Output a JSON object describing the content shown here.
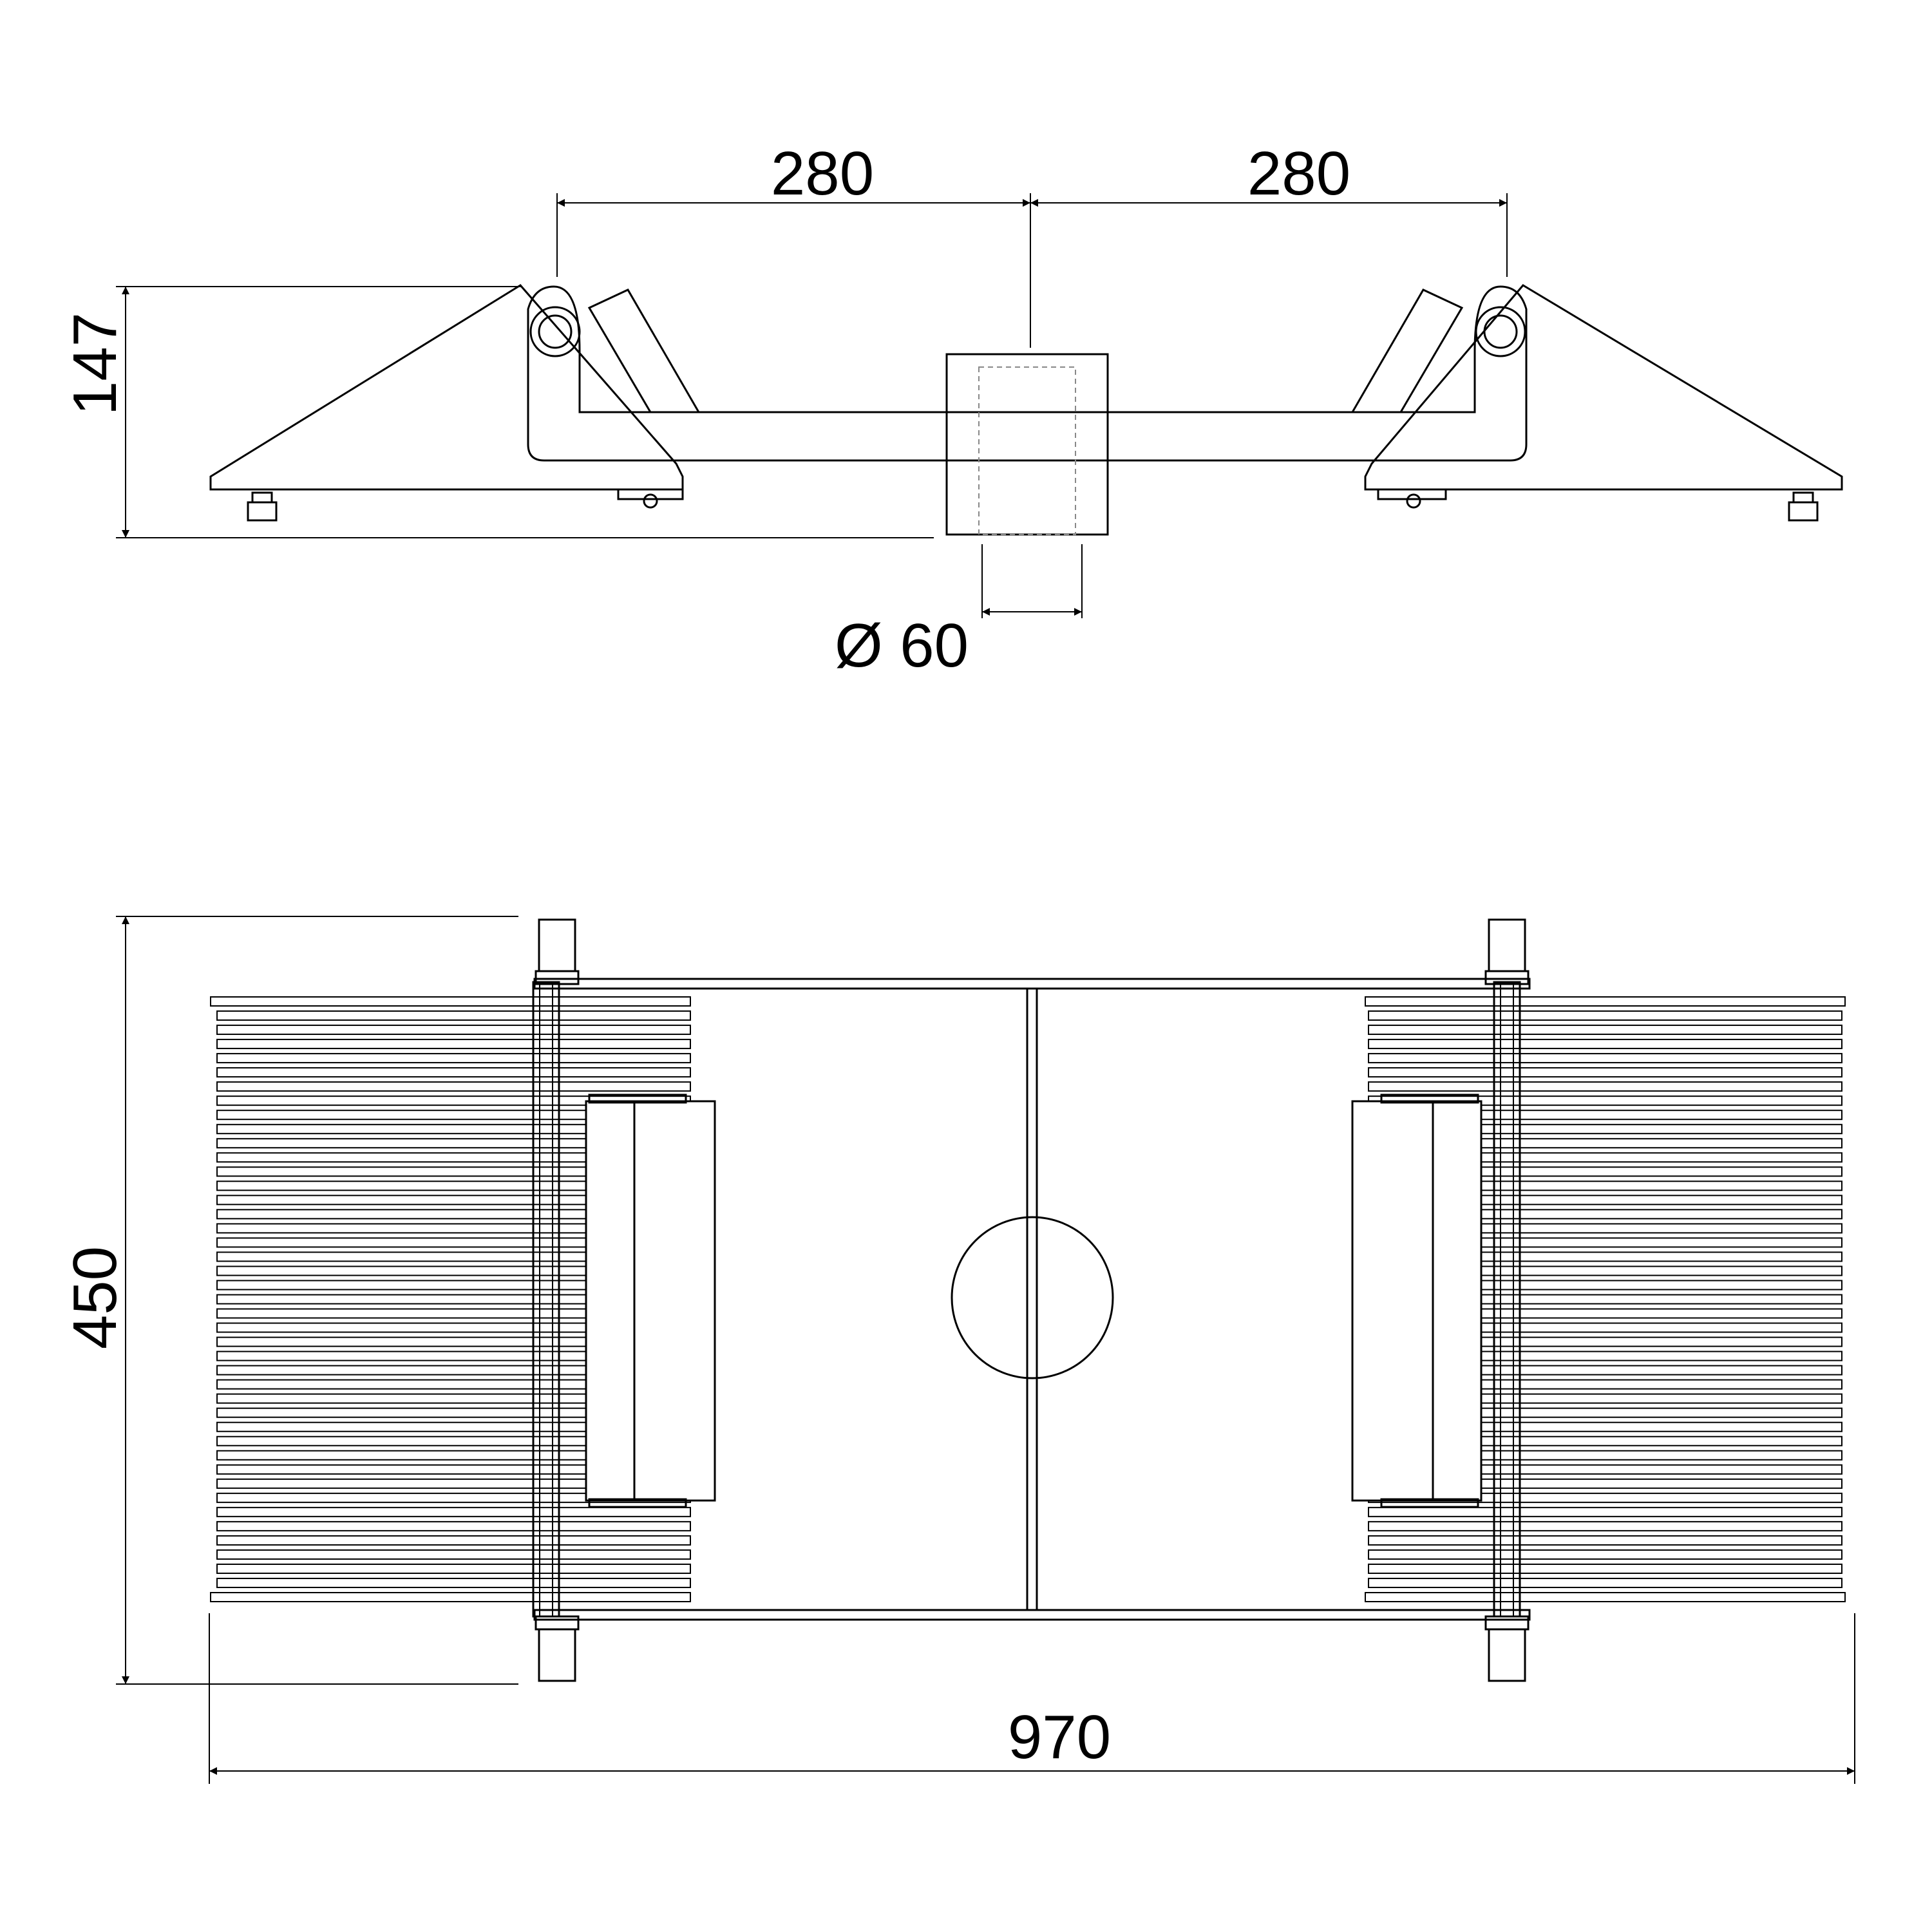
{
  "dimensions": {
    "left_span": "280",
    "right_span": "280",
    "height": "147",
    "diameter": "Ø 60",
    "depth": "450",
    "width": "970"
  },
  "colors": {
    "line": "#000000",
    "background": "#ffffff",
    "hidden_line": "#888888"
  }
}
